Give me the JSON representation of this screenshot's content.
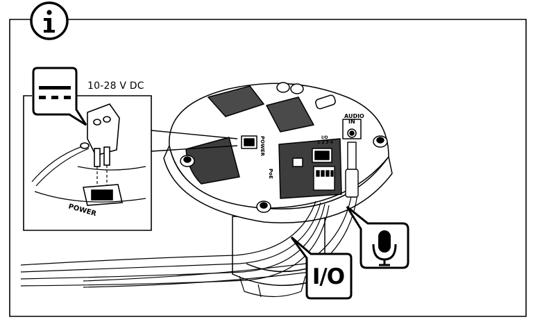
{
  "diagram": {
    "info_icon": "info-icon",
    "voltage_label": "10-28 V DC",
    "dc_symbol_icon": "dc-power-symbol-icon",
    "microphone_icon": "microphone-icon",
    "io_label": "I/O",
    "connector_labels": {
      "power": "POWER",
      "audio_in": "AUDIO IN",
      "poe": "PoE",
      "io_pins": "1 2 3 4",
      "io_header": "I/O"
    }
  }
}
